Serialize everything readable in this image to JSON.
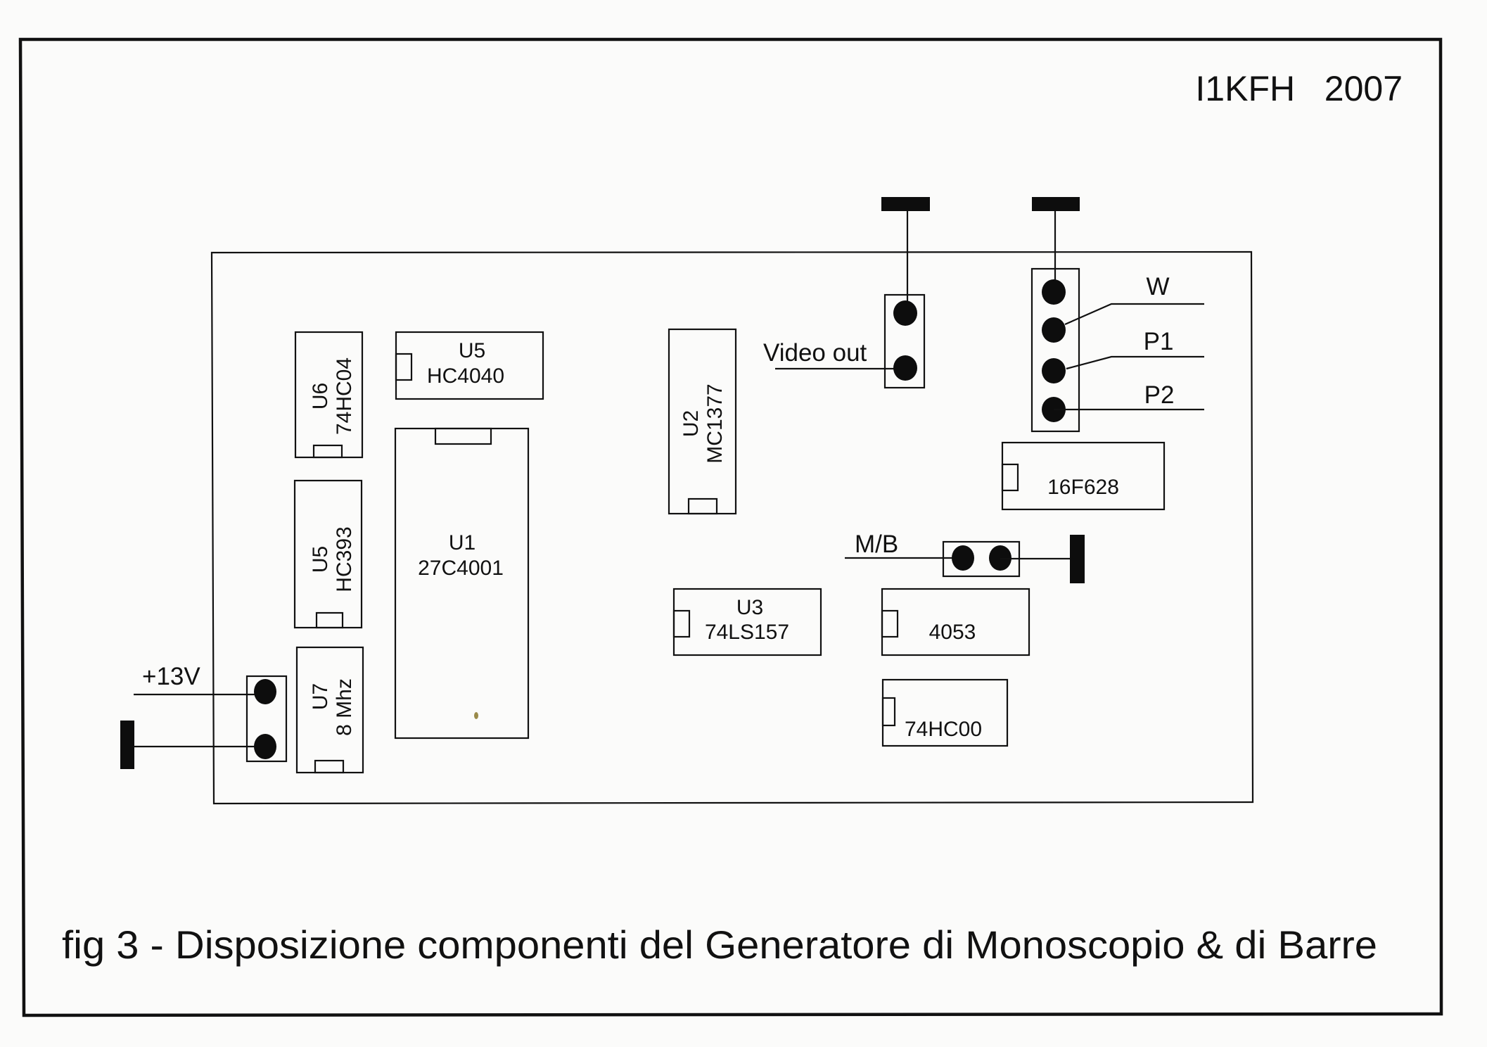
{
  "header": {
    "author_year": "I1KFH   2007"
  },
  "caption": "fig 3 - Disposizione componenti del Generatore di Monoscopio & di Barre",
  "components": {
    "u6": {
      "ref": "U6",
      "part": "74HC04"
    },
    "u5_counter": {
      "ref": "U5",
      "part": "HC4040"
    },
    "u5_dual": {
      "ref": "U5",
      "part": "HC393"
    },
    "u1": {
      "ref": "U1",
      "part": "27C4001"
    },
    "u7": {
      "ref": "U7",
      "part": "8 Mhz"
    },
    "u2": {
      "ref": "U2",
      "part": "MC1377"
    },
    "u3": {
      "ref": "U3",
      "part": "74LS157"
    },
    "pic": {
      "part": "16F628"
    },
    "mux": {
      "part": "4053"
    },
    "nand": {
      "part": "74HC00"
    }
  },
  "connectors": {
    "power": {
      "label": "+13V"
    },
    "video": {
      "label": "Video out"
    },
    "mode": {
      "label": "M/B"
    },
    "pots": {
      "labels": [
        "W",
        "P1",
        "P2"
      ]
    }
  },
  "colors": {
    "ink": "#111111",
    "paper": "#fbfbfa"
  }
}
